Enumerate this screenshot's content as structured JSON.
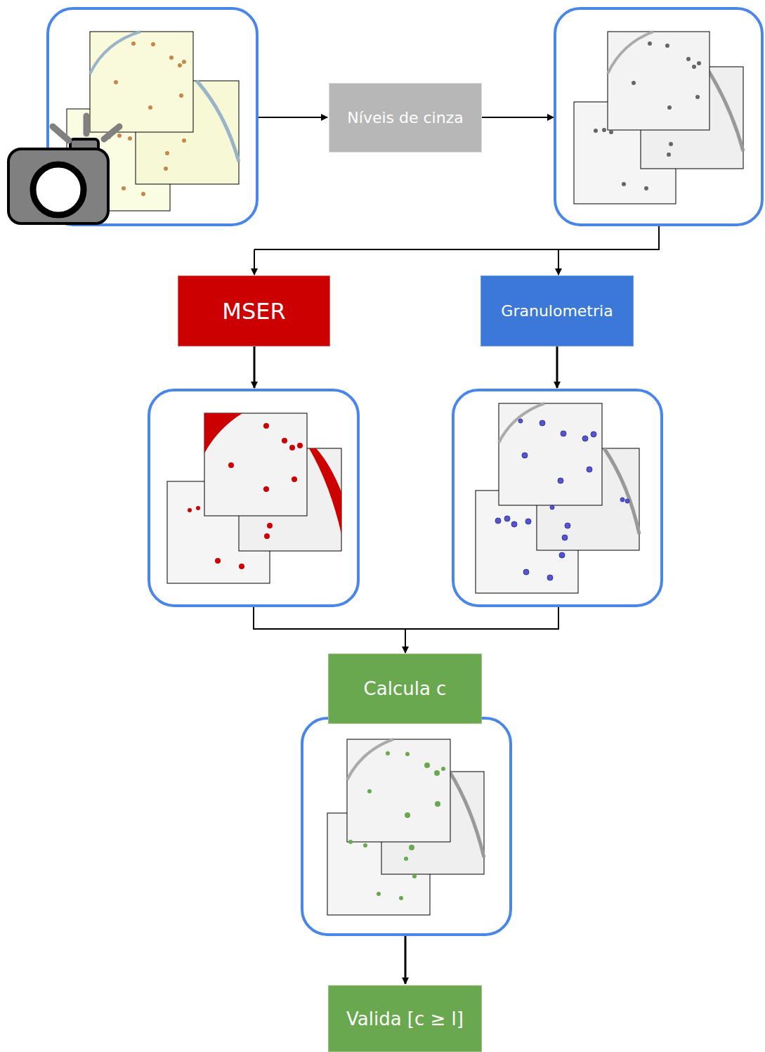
{
  "diagram": {
    "nodes": [
      {
        "text": [
          "Níveis de cinza"
        ]
      },
      {
        "text": [
          "MSER"
        ]
      },
      {
        "text": [
          "Granulometria"
        ]
      },
      {
        "text": [
          "Calcula c"
        ]
      },
      {
        "text": [
          "Valida [c ≥ l]"
        ]
      }
    ]
  }
}
